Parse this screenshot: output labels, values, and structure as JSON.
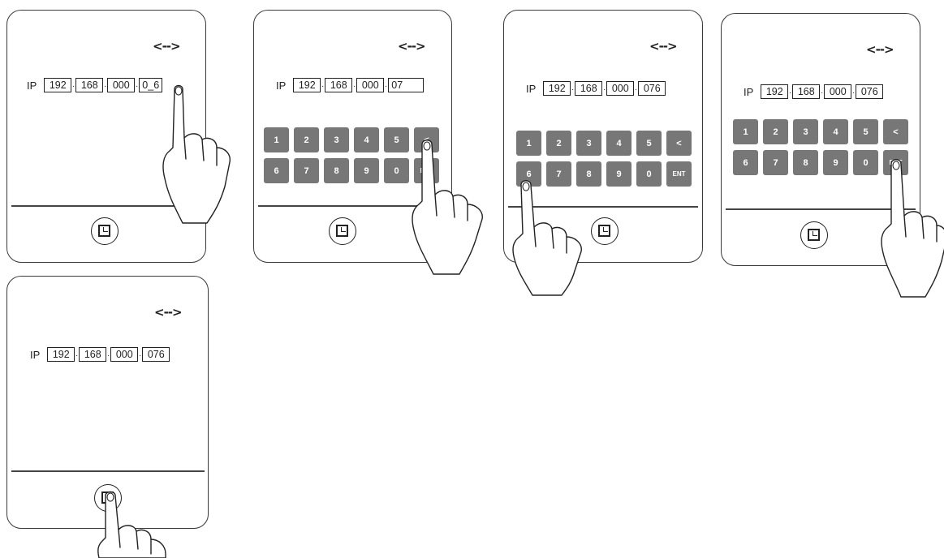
{
  "common": {
    "ip_label": "IP",
    "arrows": "<-->",
    "home_icon": "home-square-icon"
  },
  "panels": [
    {
      "octets": [
        "192",
        "168",
        "000",
        "0_6"
      ]
    },
    {
      "octets": [
        "192",
        "168",
        "000",
        "07"
      ],
      "keys": [
        "1",
        "2",
        "3",
        "4",
        "5",
        "<",
        "6",
        "7",
        "8",
        "9",
        "0",
        "ENT"
      ]
    },
    {
      "octets": [
        "192",
        "168",
        "000",
        "076"
      ],
      "keys": [
        "1",
        "2",
        "3",
        "4",
        "5",
        "<",
        "6",
        "7",
        "8",
        "9",
        "0",
        "ENT"
      ]
    },
    {
      "octets": [
        "192",
        "168",
        "000",
        "076"
      ],
      "keys": [
        "1",
        "2",
        "3",
        "4",
        "5",
        "<",
        "6",
        "7",
        "8",
        "9",
        "0",
        "ENT"
      ]
    },
    {
      "octets": [
        "192",
        "168",
        "000",
        "076"
      ]
    }
  ]
}
